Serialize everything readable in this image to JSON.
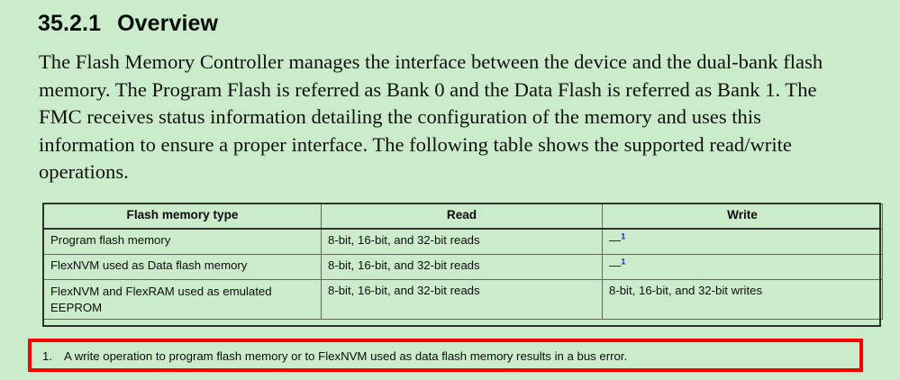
{
  "document": {
    "heading": {
      "section_number": "35.2.1",
      "title": "Overview"
    },
    "paragraph": "The Flash Memory Controller manages the interface between the device and the dual-bank flash memory. The Program Flash is referred as Bank 0 and the Data Flash is referred as Bank 1. The FMC receives status information detailing the configuration of the memory and uses this information to ensure a proper interface. The following table shows the supported read/write operations.",
    "table": {
      "columns": [
        "Flash memory type",
        "Read",
        "Write"
      ],
      "rows": [
        {
          "type": "Program flash memory",
          "read": "8-bit, 16-bit, and 32-bit reads",
          "write": "—",
          "write_footnote": "1"
        },
        {
          "type": "FlexNVM used as Data flash memory",
          "read": "8-bit, 16-bit, and 32-bit reads",
          "write": "—",
          "write_footnote": "1"
        },
        {
          "type": "FlexNVM and FlexRAM used as emulated EEPROM",
          "read": "8-bit, 16-bit, and 32-bit reads",
          "write": "8-bit, 16-bit, and 32-bit writes",
          "write_footnote": ""
        }
      ]
    },
    "footnote": {
      "number": "1.",
      "text": "A write operation to program flash memory or to FlexNVM used as data flash memory results in a bus error."
    },
    "colors": {
      "page_background": "#cbeccb",
      "text": "#0d0d0d",
      "table_border": "#2b332b",
      "cell_border": "#5d6b5d",
      "footnote_reference": "#1e24d8",
      "annotation_box": "#fc0000"
    }
  }
}
